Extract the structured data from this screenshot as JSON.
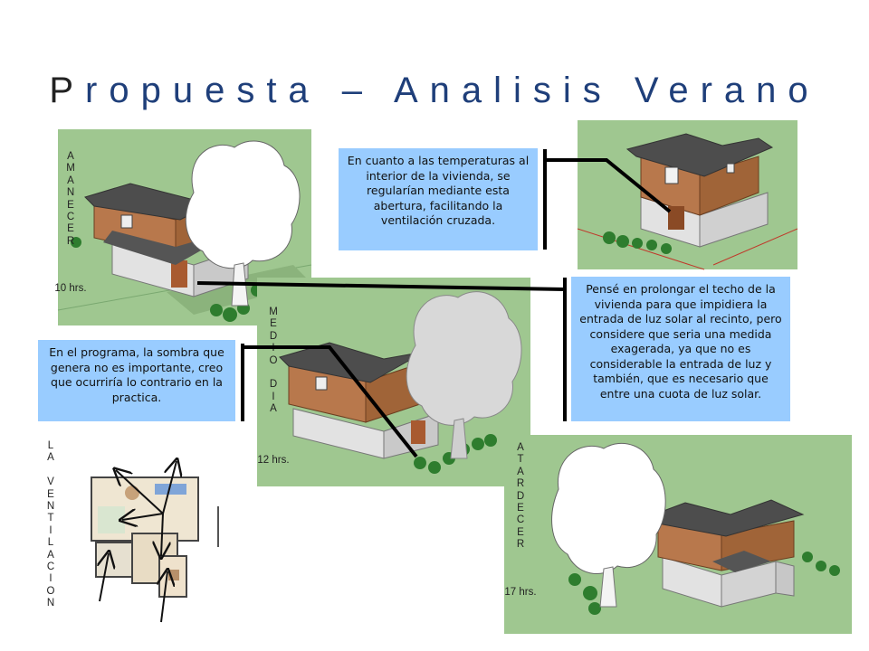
{
  "title": {
    "first_letter": "P",
    "rest": "ropuesta – Analisis Verano"
  },
  "notes": {
    "temperaturas": "En cuanto a las temperaturas al interior de la vivienda, se regularían mediante esta abertura, facilitando la ventilación cruzada.",
    "techo": "Pensé en prolongar el techo de la vivienda para que impidiera la entrada de luz solar al recinto, pero considere que seria una medida exagerada, ya que no es considerable la entrada de luz y también, que es necesario que entre una cuota de luz solar.",
    "sombra": "En el programa, la sombra que genera no es importante, creo que ocurriría lo contrario en la practica."
  },
  "times": {
    "amanecer": {
      "label": "AMANECER",
      "hrs": "10 hrs."
    },
    "mediodia": {
      "label": "MEDIO DIA",
      "hrs": "12 hrs."
    },
    "atardecer": {
      "label": "ATARDECER",
      "hrs": "17 hrs."
    }
  },
  "ventilacion_label": "LA VENTILACION",
  "colors": {
    "title": "#1f3f7a",
    "note_bg": "#99ccff",
    "grass": "#9fc790",
    "wall": "#b06a44",
    "roof": "#4d4d4d",
    "base": "#dcdcdc"
  }
}
